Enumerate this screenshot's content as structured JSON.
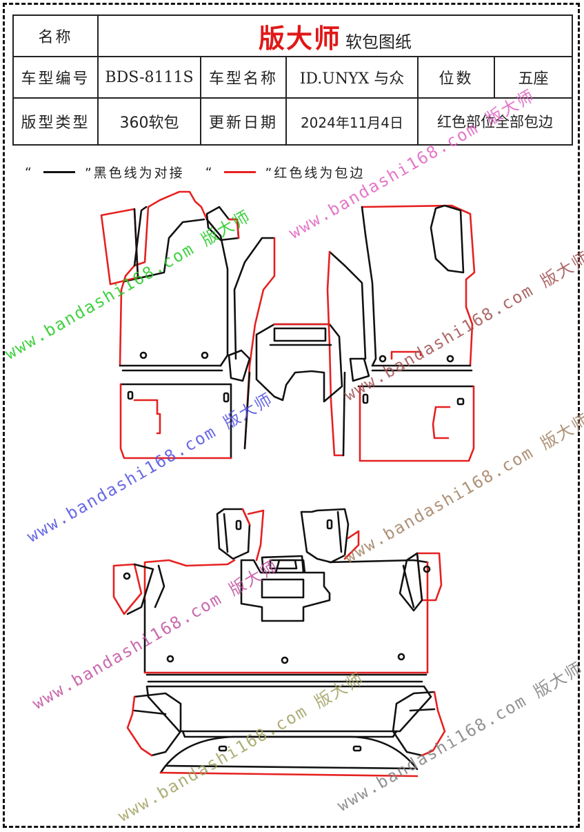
{
  "header": {
    "name_label": "名称",
    "brand": "版大师",
    "brand_sub": "软包图纸",
    "model_code_label": "车型编号",
    "model_code": "BDS-8111S",
    "model_name_label": "车型名称",
    "model_name": "ID.UNYX 与众",
    "seats_label": "位数",
    "seats": "五座",
    "type_label": "版型类型",
    "type": "360软包",
    "update_label": "更新日期",
    "update_date": "2024年11月4日",
    "note": "红色部位全部包边"
  },
  "legend": {
    "black_open": "“",
    "black_close": "”黑色线为对接",
    "red_open": "“",
    "red_close": "”红色线为包边",
    "black_color": "#111111",
    "red_color": "#e62020"
  },
  "watermarks": [
    {
      "text": "www.bandashi168.com 版大师",
      "color": "#22c922"
    },
    {
      "text": "www.bandashi168.com 版大师",
      "color": "#e060c0"
    },
    {
      "text": "www.bandashi168.com 版大师",
      "color": "#a05050"
    },
    {
      "text": "www.bandashi168.com 版大师",
      "color": "#5050e0"
    },
    {
      "text": "www.bandashi168.com 版大师",
      "color": "#a08060"
    },
    {
      "text": "www.bandashi168.com 版大师",
      "color": "#5070e0"
    },
    {
      "text": "www.bandashi168.com 版大师",
      "color": "#9a7a6a"
    },
    {
      "text": "www.bandashi168.com 版大师",
      "color": "#c050a0"
    },
    {
      "text": "www.bandashi168.com 版大师",
      "color": "#a0a060"
    },
    {
      "text": "www.bandashi168.com 版大师",
      "color": "#808080"
    }
  ]
}
